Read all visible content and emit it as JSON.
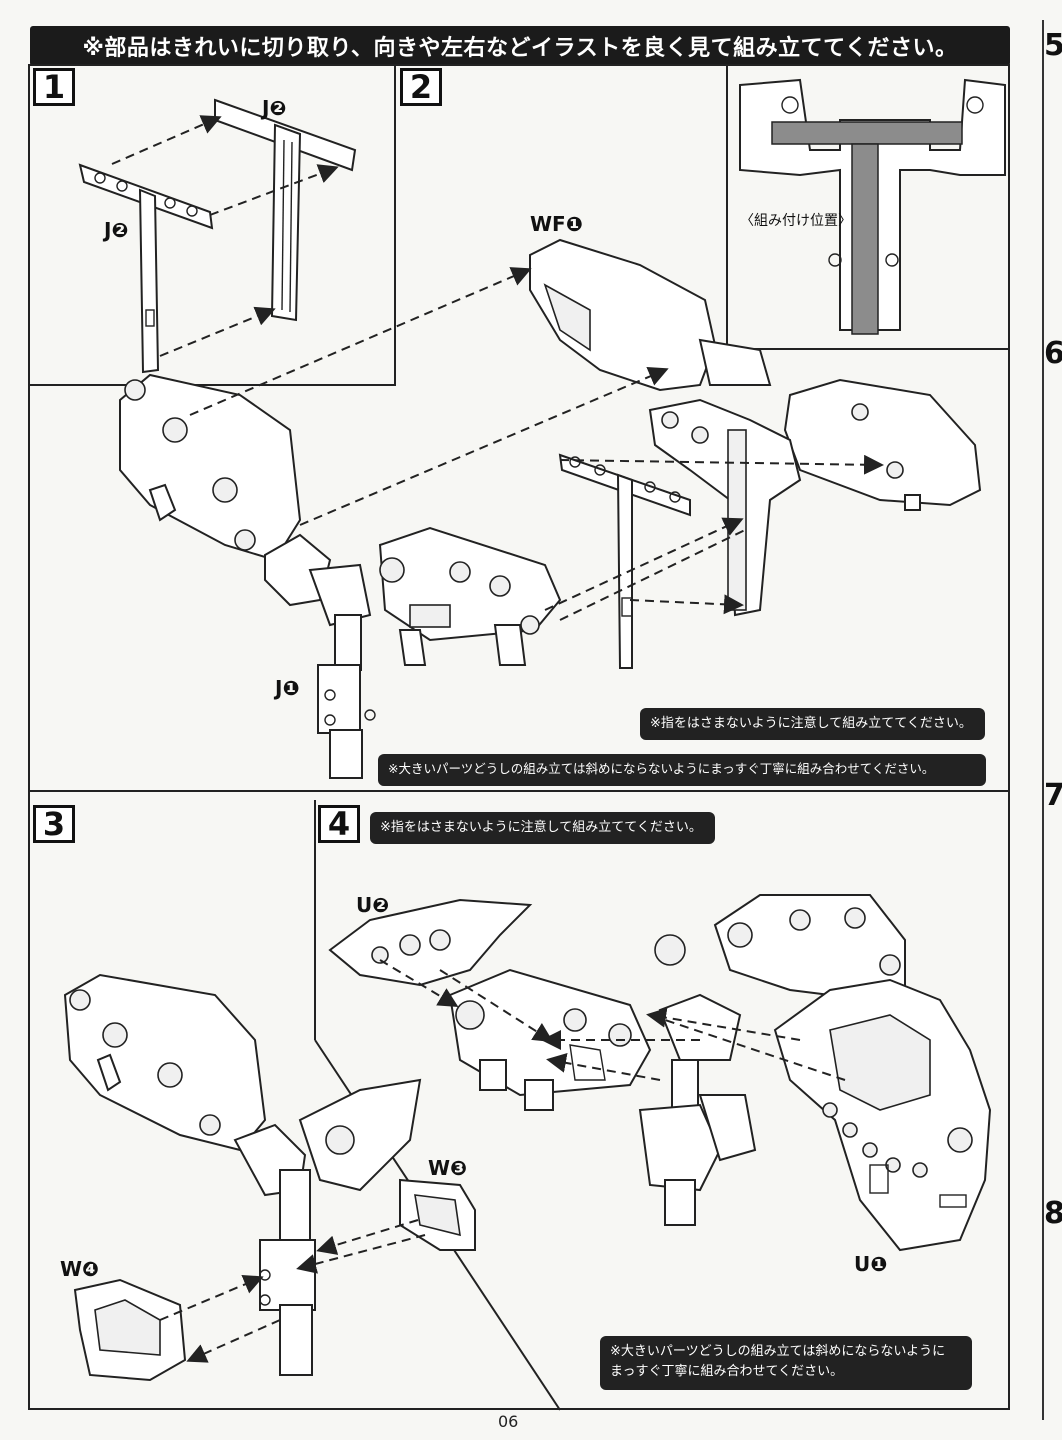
{
  "header": {
    "banner": "※部品はきれいに切り取り、向きや左右などイラストを良く見て組み立ててください。"
  },
  "steps": [
    {
      "number": "1",
      "labels": [
        "J❷",
        "J❷"
      ]
    },
    {
      "number": "2",
      "labels": [
        "WF❶",
        "J❶"
      ],
      "inset_caption": "〈組み付け位置〉",
      "notes": [
        "※指をはさまないように注意して組み立ててください。",
        "※大きいパーツどうしの組み立ては斜めにならないようにまっすぐ丁寧に組み合わせてください。"
      ]
    },
    {
      "number": "3",
      "labels": [
        "W❸",
        "W❹"
      ]
    },
    {
      "number": "4",
      "labels": [
        "U❷",
        "U❶"
      ],
      "notes": [
        "※指をはさまないように注意して組み立ててください。",
        "※大きいパーツどうしの組み立ては斜めにならないように",
        "まっすぐ丁寧に組み合わせてください。"
      ]
    }
  ],
  "right_strip": [
    "5",
    "6",
    "7",
    "8"
  ],
  "page_number": "06"
}
